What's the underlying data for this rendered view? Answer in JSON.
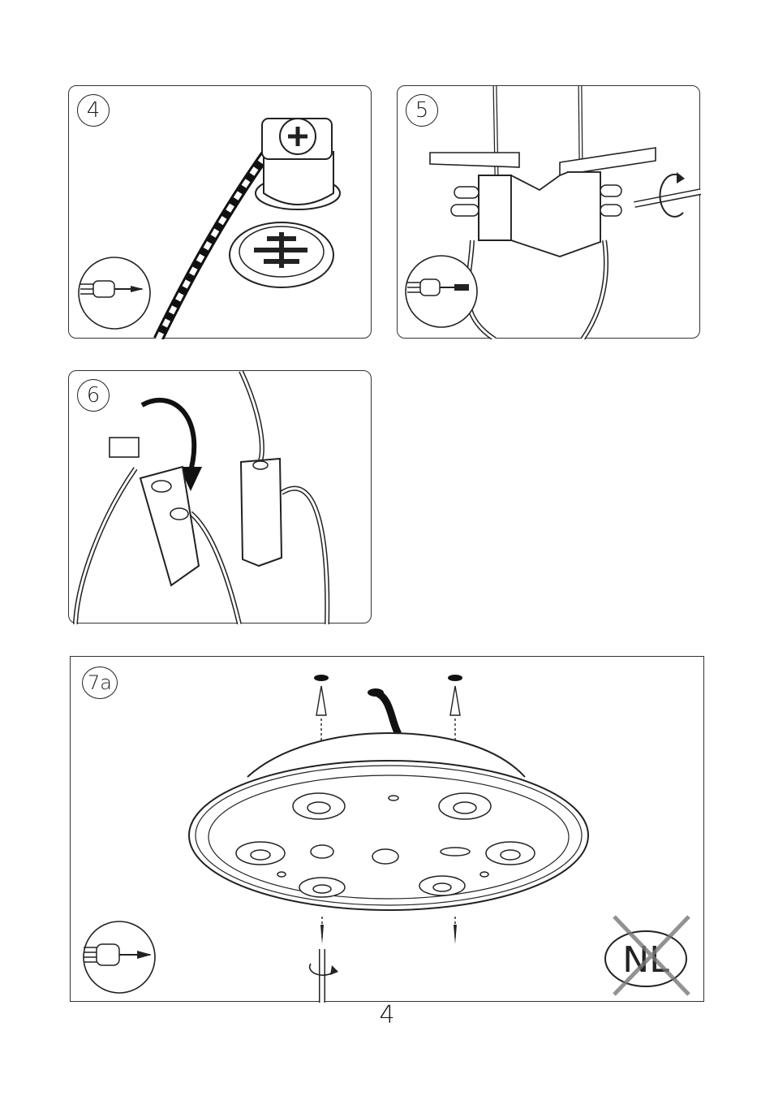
{
  "page": {
    "number": "4"
  },
  "steps": [
    {
      "id": "4",
      "label": "4",
      "tool": "screwdriver-phillips-icon"
    },
    {
      "id": "5",
      "label": "5",
      "tool": "screwdriver-flat-icon"
    },
    {
      "id": "6",
      "label": "6"
    },
    {
      "id": "7a",
      "label": "7a",
      "tool": "screwdriver-phillips-icon",
      "badge": "NL",
      "badge_crossed": true
    }
  ]
}
